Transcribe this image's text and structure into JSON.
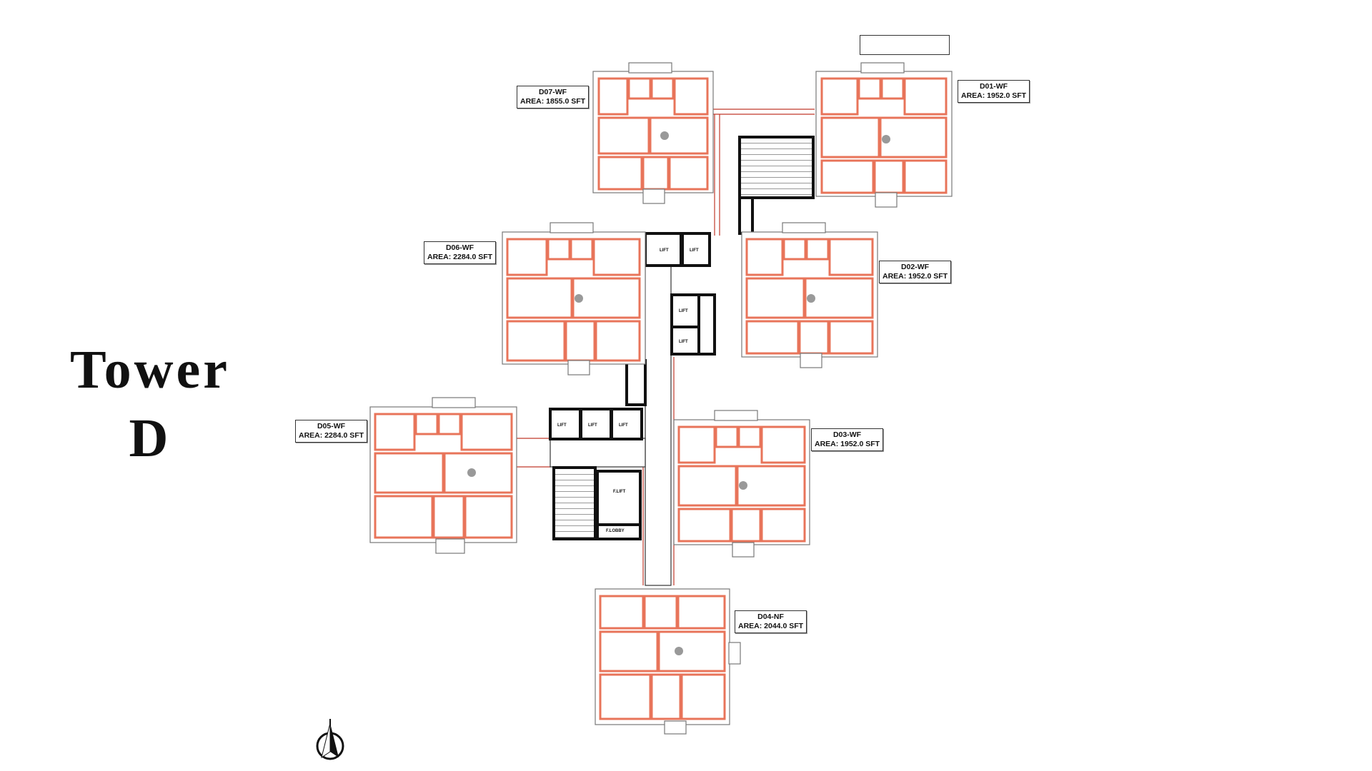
{
  "title": {
    "line1": "Tower",
    "line2": "D"
  },
  "units": [
    {
      "id": "D07-WF",
      "area": "AREA: 1855.0 SFT"
    },
    {
      "id": "D01-WF",
      "area": "AREA: 1952.0 SFT"
    },
    {
      "id": "D06-WF",
      "area": "AREA: 2284.0 SFT"
    },
    {
      "id": "D02-WF",
      "area": "AREA: 1952.0 SFT"
    },
    {
      "id": "D05-WF",
      "area": "AREA: 2284.0 SFT"
    },
    {
      "id": "D03-WF",
      "area": "AREA: 1952.0 SFT"
    },
    {
      "id": "D04-NF",
      "area": "AREA: 2044.0 SFT"
    }
  ],
  "core": {
    "lift_label": "LIFT",
    "fire_lift_label": "F.LIFT",
    "lobby_label": "F.LOBBY"
  },
  "colors": {
    "wall": "#e8745a",
    "core": "#111111",
    "line": "#555555"
  }
}
